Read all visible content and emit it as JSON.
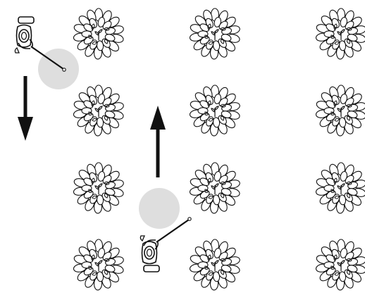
{
  "diagram": {
    "plants": {
      "icon": "flowering-shrub-icon",
      "columns": 3,
      "rows": 4
    },
    "operators": [
      {
        "icon": "backpack-sprayer-operator-icon",
        "heading": "down"
      },
      {
        "icon": "backpack-sprayer-operator-icon",
        "heading": "up"
      }
    ],
    "spray_zones": {
      "icon": "spray-zone-circle",
      "color": "#dedede"
    },
    "arrows": [
      {
        "icon": "arrow-down-icon",
        "direction": "down"
      },
      {
        "icon": "arrow-up-icon",
        "direction": "up"
      }
    ],
    "colors": {
      "ink": "#111111",
      "background": "#ffffff"
    }
  }
}
